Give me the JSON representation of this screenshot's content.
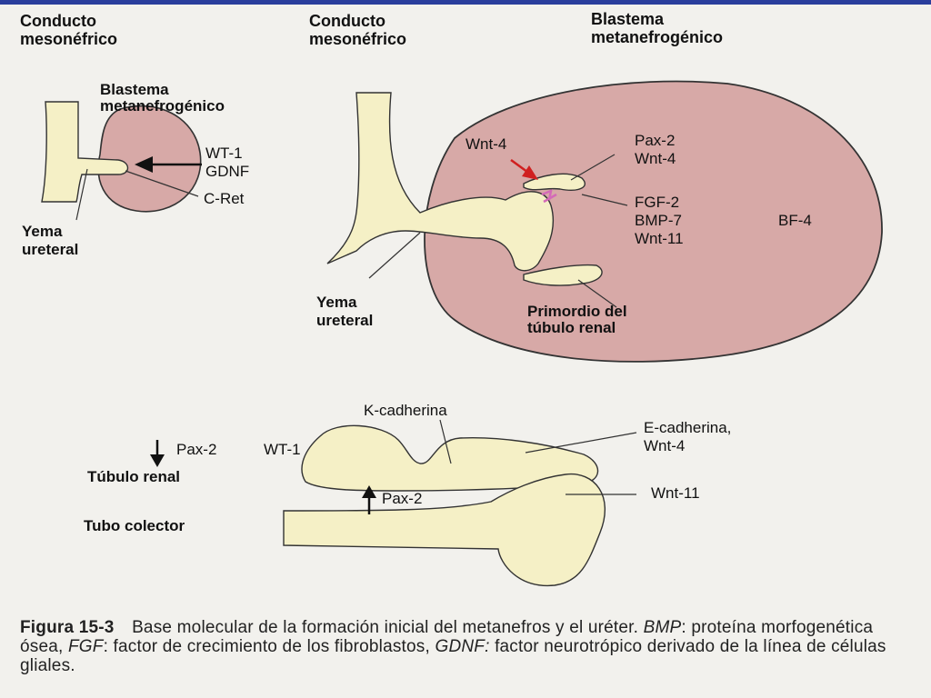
{
  "labels": {
    "tl_conducto": "Conducto",
    "tl_mesonefrico": "mesonéfrico",
    "tm_conducto": "Conducto",
    "tm_mesonefrico": "mesonéfrico",
    "tr_blastema": "Blastema",
    "tr_metanefrogenico": "metanefrogénico",
    "l_blastema": "Blastema",
    "l_metanefrogenico": "metanefrogénico",
    "l_wt1": "WT-1",
    "l_gdnf": "GDNF",
    "l_cret": "C-Ret",
    "l_yema": "Yema",
    "l_ureteral": "ureteral",
    "r_wnt4": "Wnt-4",
    "r_pax2": "Pax-2",
    "r_wnt4b": "Wnt-4",
    "r_fgf2": "FGF-2",
    "r_bmp7": "BMP-7",
    "r_wnt11": "Wnt-11",
    "r_bf4": "BF-4",
    "r_yema": "Yema",
    "r_ureteral": "ureteral",
    "r_primordio": "Primordio del",
    "r_tubulo": "túbulo renal",
    "b_kcad": "K-cadherina",
    "b_pax2": "Pax-2",
    "b_wt1": "WT-1",
    "b_ecad": "E-cadherina,",
    "b_wnt4": "Wnt-4",
    "b_tubulo": "Túbulo renal",
    "b_pax2b": "Pax-2",
    "b_wnt11": "Wnt-11",
    "b_tubo": "Tubo colector"
  },
  "caption": {
    "figure": "Figura 15-3",
    "text1": "Base molecular de la formación inicial del metanefros y el uréter.",
    "bmp": "BMP",
    "text2": ": proteína morfogenética ósea,",
    "fgf": "FGF",
    "text3": ": factor de crecimiento de los fibroblastos,",
    "gdnf": "GDNF:",
    "text4": "factor neurotrópico derivado de la línea de células gliales."
  },
  "colors": {
    "accent_bar": "#2a3e9c",
    "blastema_fill": "#d7a9a7",
    "duct_fill": "#f5f0c6",
    "signal_red": "#d02020",
    "signal_pink": "#d46ab8"
  }
}
